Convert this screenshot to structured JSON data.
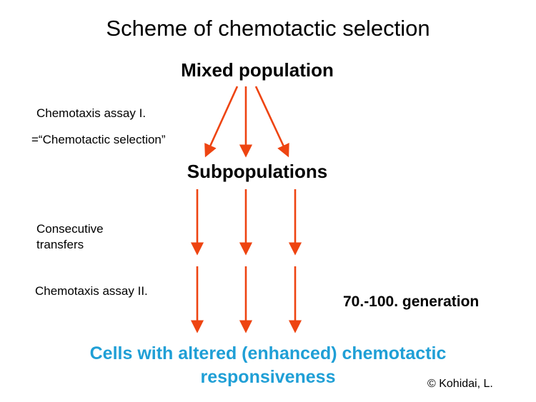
{
  "title": "Scheme of chemotactic selection",
  "nodes": {
    "mixed_population": "Mixed population",
    "subpopulations": "Subpopulations",
    "result": "Cells with altered (enhanced) chemotactic responsiveness"
  },
  "side_labels": {
    "assay_1": "Chemotaxis assay I.",
    "selection": "=“Chemotactic selection”",
    "transfers": "Consecutive transfers",
    "assay_2": "Chemotaxis assay II."
  },
  "generation_label": "70.-100. generation",
  "copyright": "© Kohidai, L.",
  "colors": {
    "arrow": "#ee4411",
    "result_text": "#1f9fd6",
    "text": "#000000"
  }
}
